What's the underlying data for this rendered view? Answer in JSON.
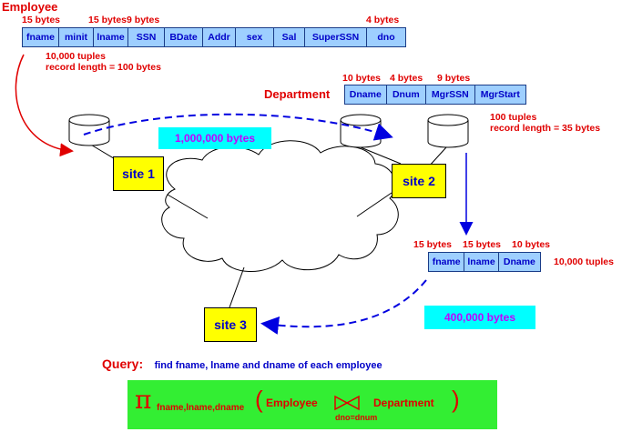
{
  "employee": {
    "title": "Employee",
    "fields": [
      "fname",
      "minit",
      "lname",
      "SSN",
      "BDate",
      "Addr",
      "sex",
      "Sal",
      "SuperSSN",
      "dno"
    ],
    "byte_labels": [
      "15 bytes",
      "15 bytes9 bytes",
      "4 bytes"
    ],
    "info": [
      "10,000 tuples",
      "record length = 100 bytes"
    ]
  },
  "department": {
    "title": "Department",
    "fields": [
      "Dname",
      "Dnum",
      "MgrSSN",
      "MgrStart"
    ],
    "byte_labels": [
      "10 bytes",
      "4 bytes",
      "9 bytes"
    ],
    "info": [
      "100 tuples",
      "record length = 35 bytes"
    ]
  },
  "result": {
    "fields": [
      "fname",
      "lname",
      "Dname"
    ],
    "byte_labels": [
      "15 bytes",
      "15 bytes",
      "10 bytes"
    ],
    "info": "10,000 tuples"
  },
  "sites": [
    "site 1",
    "site 2",
    "site 3"
  ],
  "transfers": {
    "emp_to_site2": "1,000,000 bytes",
    "result_to_site3": "400,000 bytes"
  },
  "query": {
    "label": "Query:",
    "text": "find  fname, lname and dname  of each employee"
  },
  "algebra": {
    "pi": "π",
    "subscript": "fname,lname,dname",
    "open": "(",
    "left": "Employee",
    "right": "Department",
    "close": ")",
    "join_condition": "dno=dnum"
  },
  "colors": {
    "record_fill": "#9ecfff",
    "site_fill": "#ffff00",
    "transfer_fill": "#00ffff",
    "formula_fill": "#33ee33",
    "red_arrow": "#e00000",
    "blue_arrow": "#0000e0"
  }
}
